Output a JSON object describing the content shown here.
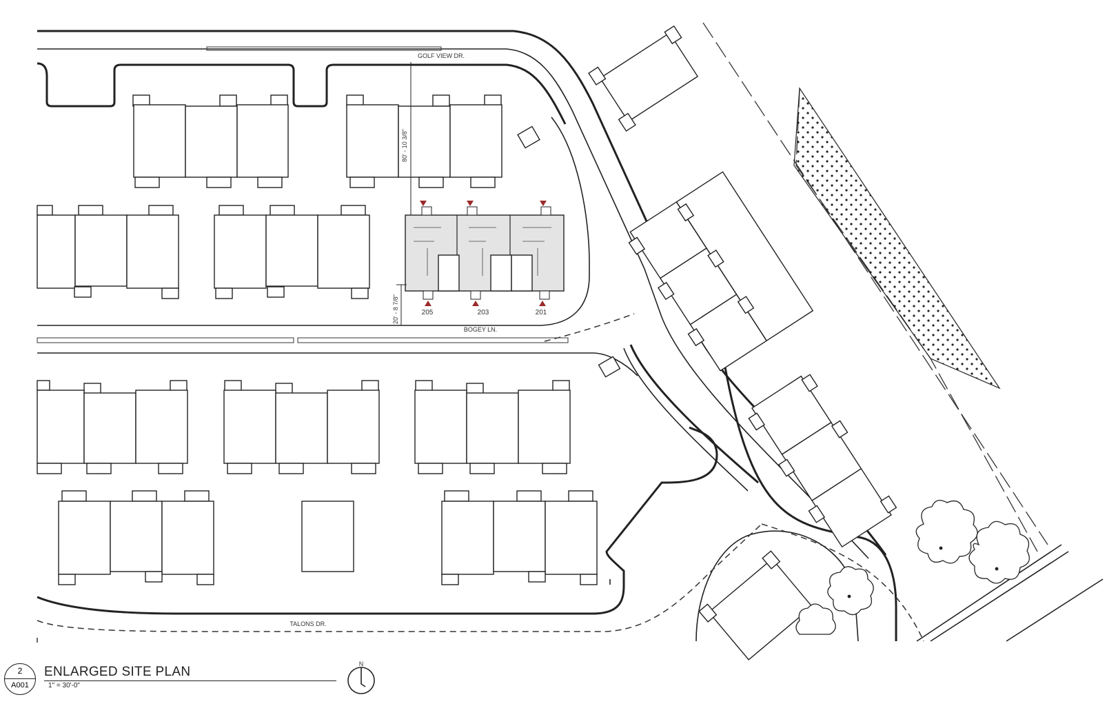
{
  "streets": {
    "golf_view": "GOLF VIEW DR.",
    "bogey": "BOGEY LN.",
    "talons": "TALONS DR."
  },
  "dimensions": {
    "vertical": "80' - 10 3/8\"",
    "setback": "20' - 8 7/8\""
  },
  "units": [
    "205",
    "203",
    "201"
  ],
  "north_label": "N",
  "title_block": {
    "detail_number": "2",
    "sheet": "A001",
    "title": "ENLARGED SITE PLAN",
    "scale": "1\" = 30'-0\""
  },
  "colors": {
    "line": "#222222",
    "highlight_fill": "#e4e4e4",
    "unit_marker": "#9b2a2a"
  }
}
